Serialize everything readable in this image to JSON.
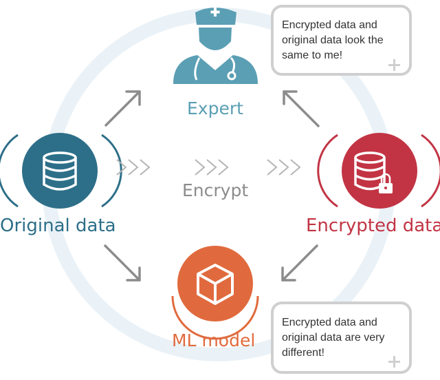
{
  "nodes": {
    "expert": {
      "label": "Expert",
      "color": "#5b9fb4",
      "icon": "doctor-icon"
    },
    "original": {
      "label": "Original data",
      "color": "#2d6f89",
      "icon": "database-icon"
    },
    "encrypted": {
      "label": "Encrypted data",
      "color": "#c23444",
      "icon": "locked-database-icon"
    },
    "ml_model": {
      "label": "ML model",
      "color": "#e06a3d",
      "icon": "cube-icon"
    }
  },
  "process": {
    "label": "Encrypt",
    "icon": "chevrons-right-icon"
  },
  "bubbles": {
    "expert_note": "Encrypted data and original data look the same to me!",
    "model_note": "Encrypted data and original data are very different!"
  },
  "colors": {
    "ring": "#eaf2f7",
    "arrow": "#8c8c8c",
    "bubble_border": "#cfcfcf"
  }
}
